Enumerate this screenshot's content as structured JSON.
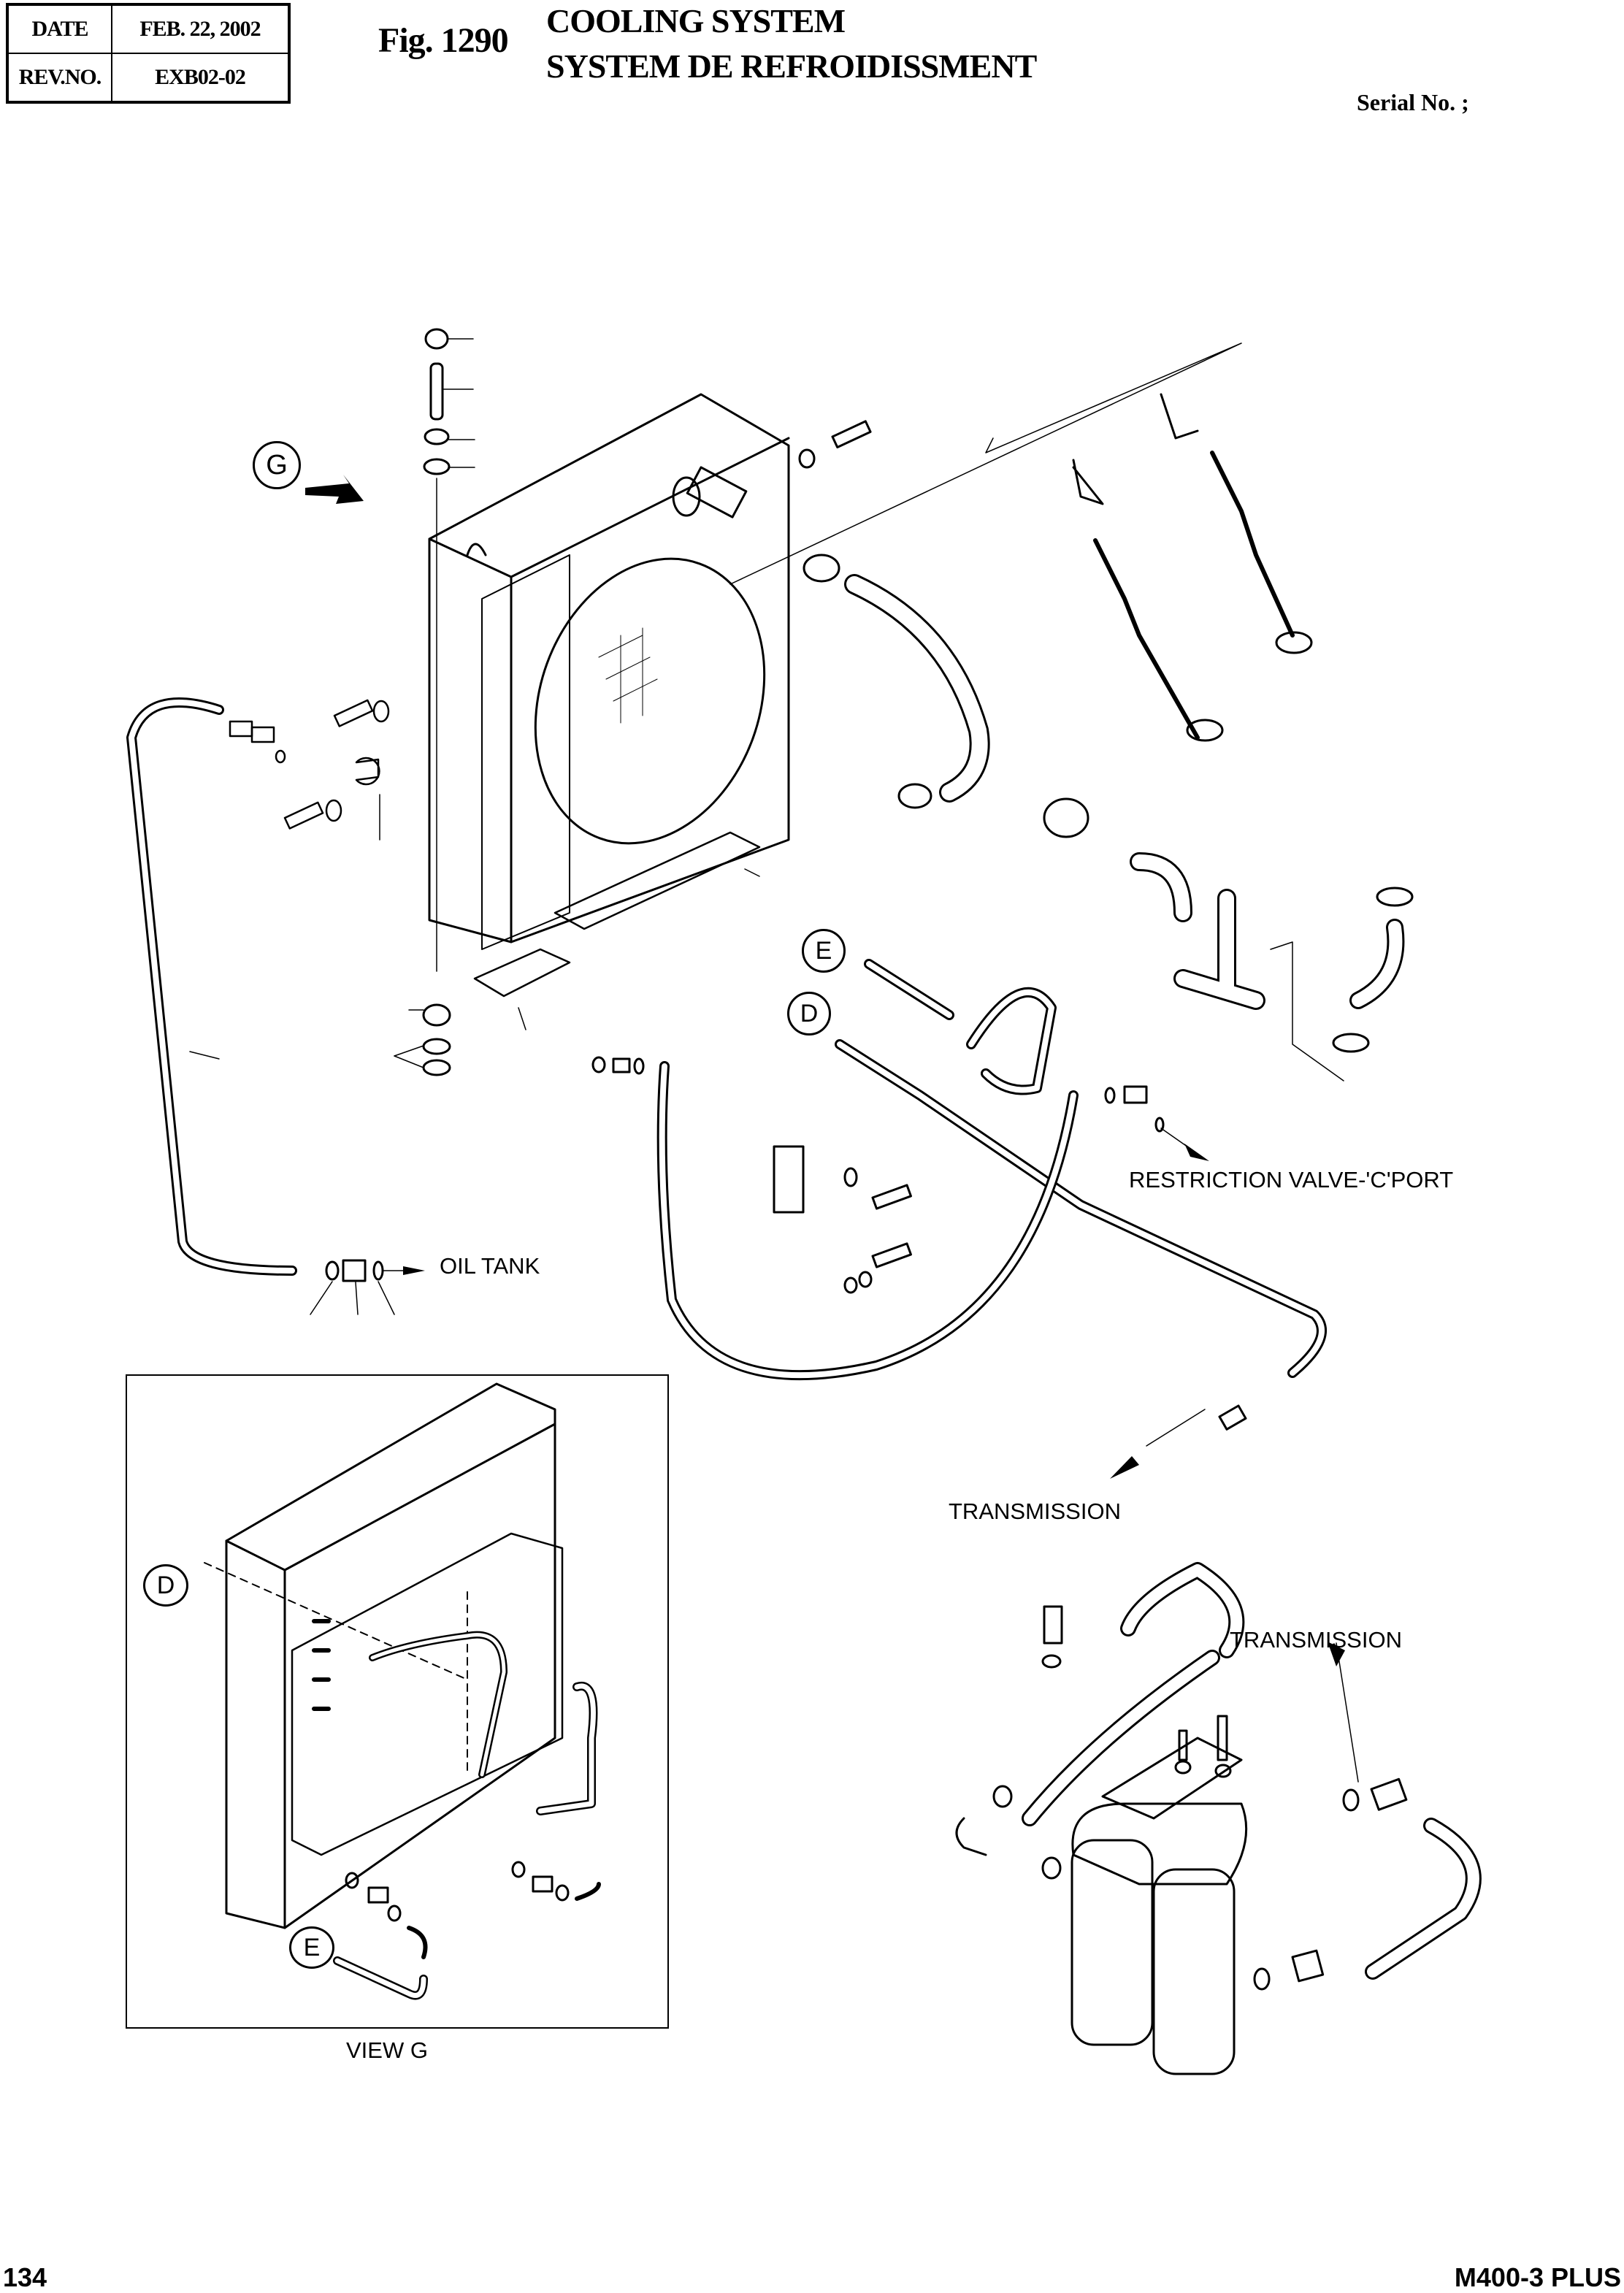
{
  "header": {
    "date_label": "DATE",
    "date_value": "FEB. 22, 2002",
    "rev_label": "REV.NO.",
    "rev_value": "EXB02-02",
    "figure_number": "Fig. 1290",
    "title_en": "COOLING SYSTEM",
    "title_fr": "SYSTEM DE REFROIDISSMENT",
    "serial_label": "Serial No. ;"
  },
  "callouts": {
    "view_g_marker": "G",
    "detail_e": "E",
    "detail_d": "D",
    "view_g_detail_d": "D",
    "view_g_detail_e": "E"
  },
  "labels": {
    "oil_tank": "OIL TANK",
    "restriction_valve": "RESTRICTION VALVE-'C'PORT",
    "transmission_main": "TRANSMISSION",
    "transmission_filter": "TRANSMISSION",
    "view_g_caption": "VIEW G"
  },
  "footer": {
    "page_number": "134",
    "model": "M400-3 PLUS"
  }
}
